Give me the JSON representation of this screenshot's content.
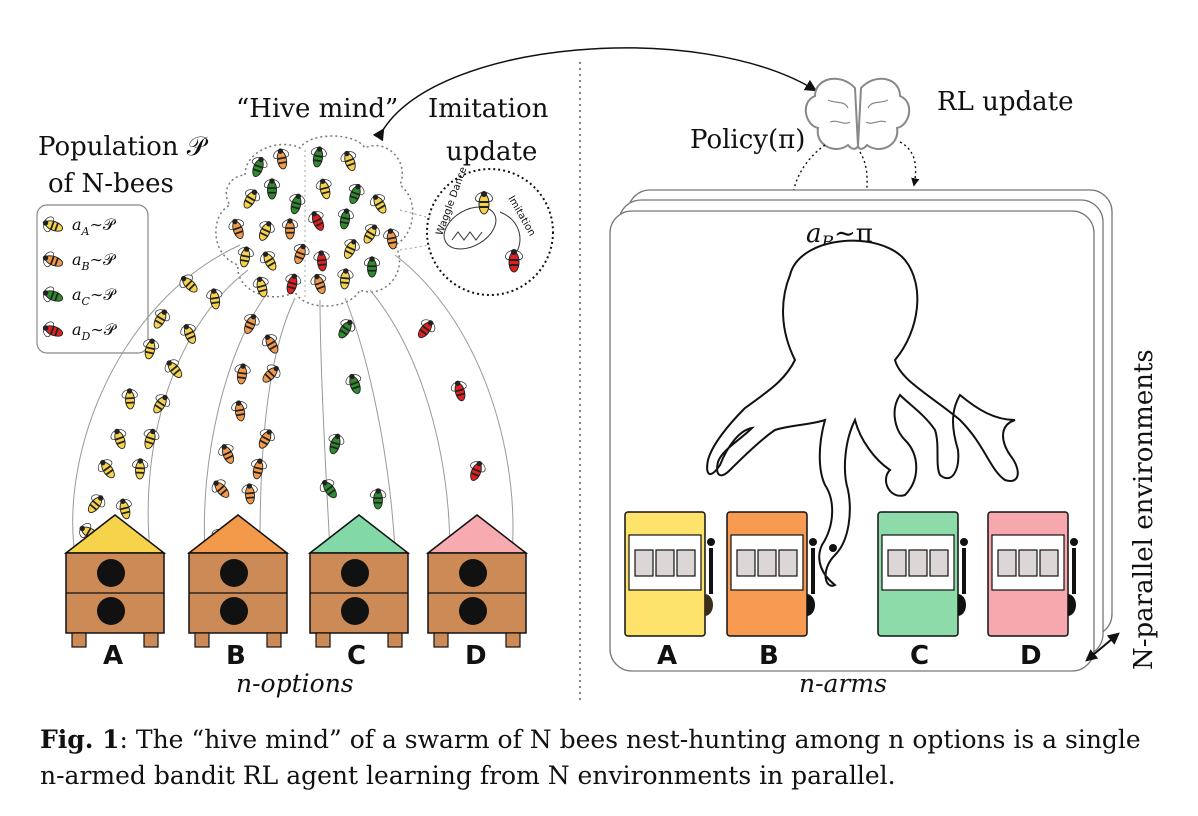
{
  "colors": {
    "yellow": "#f6d34a",
    "orange": "#f39a4a",
    "green": "#82d8a6",
    "pink": "#f7aab0",
    "hive_wood": "#cc8a56",
    "option_yellow": "#f2c40f",
    "option_orange": "#f07a1a",
    "option_green": "#1a8a1a",
    "option_red": "#d01010",
    "line": "#666666"
  },
  "left": {
    "hive_mind_label": "“Hive mind”",
    "imitation_label_1": "Imitation",
    "imitation_label_2": "update",
    "population_line_1": "Population 𝒫",
    "population_line_2": "of N-bees",
    "waggle_label": "Waggle Dance",
    "imitation_small_label": "Imitation",
    "legend": [
      {
        "sub": "A",
        "text": "∼𝒫",
        "color": "#f6d34a"
      },
      {
        "sub": "B",
        "text": "∼𝒫",
        "color": "#f39a4a"
      },
      {
        "sub": "C",
        "text": "∼𝒫",
        "color": "#2e8b2e"
      },
      {
        "sub": "D",
        "text": "∼𝒫",
        "color": "#e02020"
      }
    ],
    "hives": [
      {
        "label": "A",
        "roof_color": "#f6d34a",
        "label_color": "#f2c40f"
      },
      {
        "label": "B",
        "roof_color": "#f39a4a",
        "label_color": "#f07a1a"
      },
      {
        "label": "C",
        "roof_color": "#82d8a6",
        "label_color": "#1a8a1a"
      },
      {
        "label": "D",
        "roof_color": "#f7aab0",
        "label_color": "#d01010"
      }
    ],
    "options_label": "n-options"
  },
  "right": {
    "rl_update_label": "RL update",
    "policy_label": "Policy(π)",
    "action_label": "a",
    "action_sub": "B",
    "action_rest": "∼π",
    "machines": [
      {
        "label": "A",
        "body_color": "#fde36c",
        "label_color": "#f2c40f"
      },
      {
        "label": "B",
        "body_color": "#f79a52",
        "label_color": "#f07a1a"
      },
      {
        "label": "C",
        "body_color": "#8cdba8",
        "label_color": "#1a8a1a"
      },
      {
        "label": "D",
        "body_color": "#f7a8ae",
        "label_color": "#d01010"
      }
    ],
    "arms_label": "n-arms",
    "parallel_label": "N-parallel environments"
  },
  "caption": {
    "fig_label": "Fig. 1",
    "text": ": The “hive mind” of a swarm of N bees nest-hunting among n options is a single n-armed bandit RL agent learning from N environments in parallel."
  }
}
